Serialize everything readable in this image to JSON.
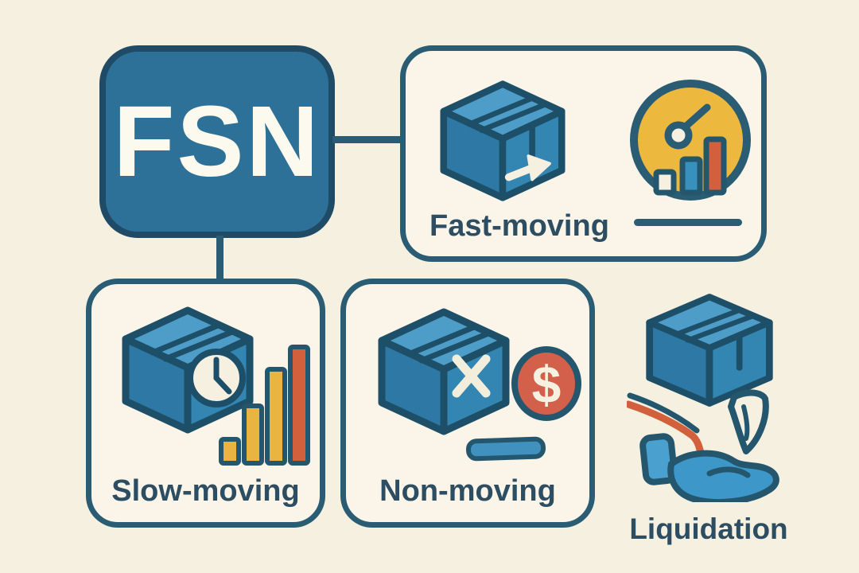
{
  "root": {
    "label": "FSN"
  },
  "categories": [
    {
      "id": "fast",
      "label": "Fast-moving",
      "icons": [
        "shipping-box-arrow-icon",
        "speed-gauge-icon"
      ]
    },
    {
      "id": "slow",
      "label": "Slow-moving",
      "icons": [
        "shipping-box-clock-icon",
        "rising-bars-icon"
      ]
    },
    {
      "id": "non",
      "label": "Non-moving",
      "icons": [
        "shipping-box-x-icon",
        "dollar-coin-icon"
      ]
    },
    {
      "id": "liquidation",
      "label": "Liquidation",
      "icons": [
        "shipping-box-icon",
        "hand-receiving-icon"
      ]
    }
  ],
  "symbols": {
    "currency": "$"
  },
  "palette": {
    "background": "#f6f0e0",
    "card_background": "#faf5e8",
    "outline_dark_teal": "#2a5d74",
    "label_text": "#2c4d62",
    "fsn_fill": "#2e7198",
    "fsn_border": "#1f4b66",
    "fsn_text": "#fcf9ef",
    "cube_left_face": "#2d78a5",
    "cube_right_face": "#3486b2",
    "cube_top_face": "#4d9dc8",
    "gauge_yellow": "#ecb83d",
    "accent_orange_red": "#d2603c",
    "bar_yellow": "#e9b440",
    "coin_red": "#d2604a",
    "hand_blue": "#3e97c9",
    "cream_glyph": "#f6f0e0"
  }
}
